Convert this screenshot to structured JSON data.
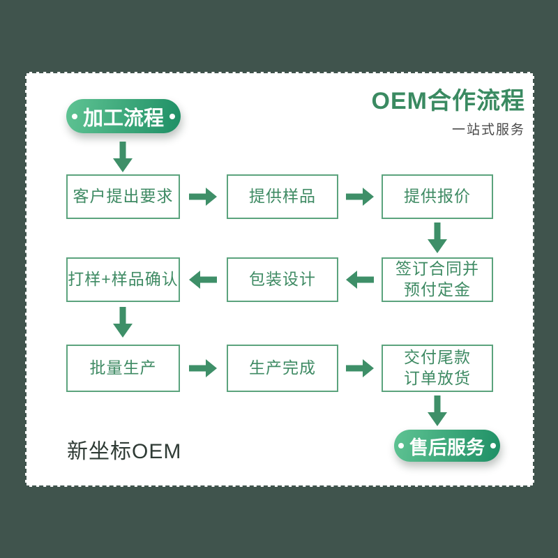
{
  "page": {
    "background_color": "#40544D",
    "card_color": "#FFFFFF"
  },
  "header": {
    "title": "OEM合作流程",
    "subtitle": "一站式服务",
    "title_color": "#3A8A61",
    "subtitle_color": "#4A4A4A"
  },
  "badges": {
    "start": {
      "label": "加工流程"
    },
    "end": {
      "label": "售后服务"
    },
    "gradient_start": "#5FC393",
    "gradient_end": "#1E8F65",
    "text_color": "#FFFFFF"
  },
  "flow": {
    "rows": [
      {
        "direction": "right",
        "boxes": [
          "客户提出要求",
          "提供样品",
          "提供报价"
        ]
      },
      {
        "direction": "left",
        "boxes": [
          "打样+样品确认",
          "包装设计",
          "签订合同并\n预付定金"
        ]
      },
      {
        "direction": "right",
        "boxes": [
          "批量生产",
          "生产完成",
          "交付尾款\n订单放货"
        ]
      }
    ],
    "box_border_color": "#5BA37D",
    "box_text_color": "#3E8A63",
    "arrow_color": "#3E8F68"
  },
  "footer": {
    "brand": "新坐标OEM"
  }
}
